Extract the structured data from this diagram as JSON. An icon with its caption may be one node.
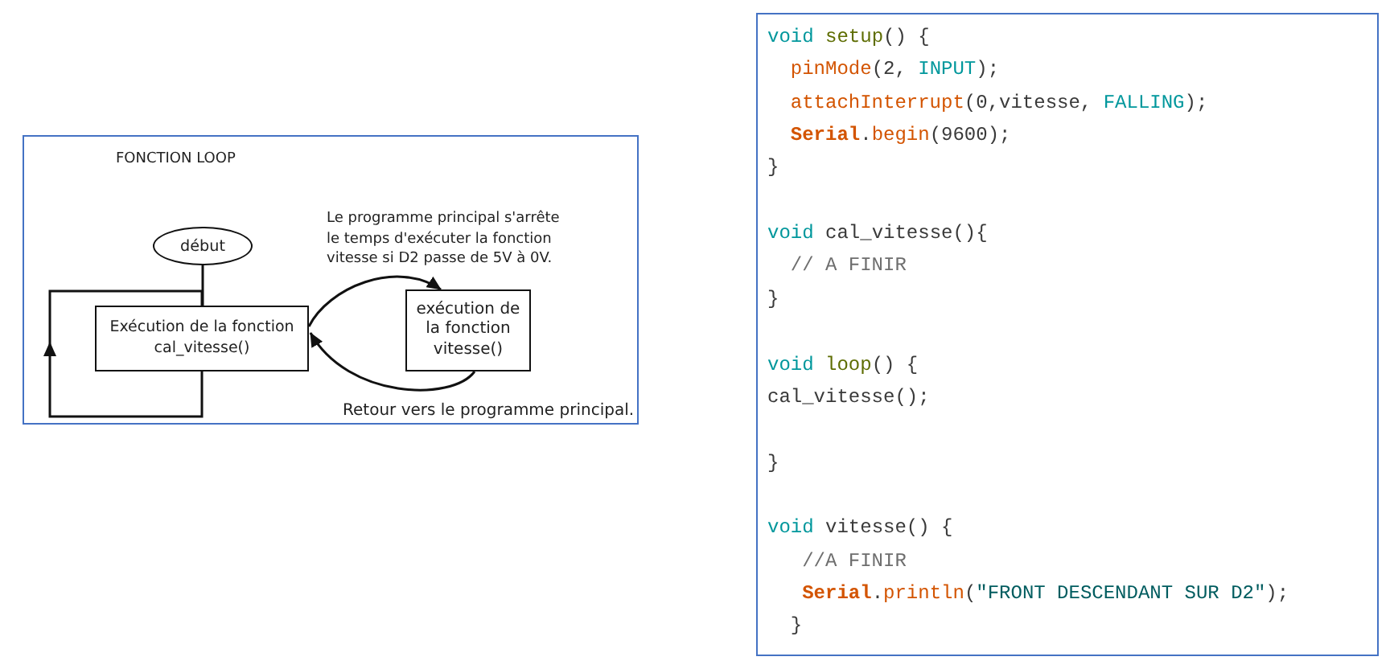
{
  "diagram": {
    "nodes": [
      {
        "text": [
          "FONCTION LOOP"
        ]
      },
      {
        "text": [
          "début"
        ],
        "in": 0
      },
      {
        "text": [
          "Exécution de la fonction cal_vitesse()"
        ],
        "in": 0
      },
      {
        "text": [
          "exécution de la fonction vitesse()"
        ],
        "in": 0
      },
      {
        "text": [
          "void setup() {",
          "pinMode(2, INPUT);",
          "attachInterrupt(0,vitesse, FALLING);",
          "Serial.begin(9600);",
          "}",
          "void cal_vitesse(){",
          "// A FINIR",
          "}",
          "void loop() {",
          "cal_vitesse();",
          "}",
          "void vitesse() {",
          "//A FINIR",
          "Serial.println(\"FRONT DESCENDANT SUR D2\");",
          "}"
        ]
      }
    ],
    "edges": [
      {
        "from": 1,
        "to": 2,
        "arrow": "none"
      },
      {
        "from": 2,
        "to": null,
        "arrow": "to"
      },
      {
        "from": 2,
        "to": 3,
        "arrow": "to",
        "label": "Le programme principal s'arrête le temps d'exécuter la fonction vitesse si D2 passe de 5V à 0V."
      },
      {
        "from": 3,
        "to": 2,
        "arrow": "to",
        "label": "Retour vers le programme principal."
      },
      {
        "from": null,
        "to": 2,
        "arrow": "none"
      }
    ]
  }
}
